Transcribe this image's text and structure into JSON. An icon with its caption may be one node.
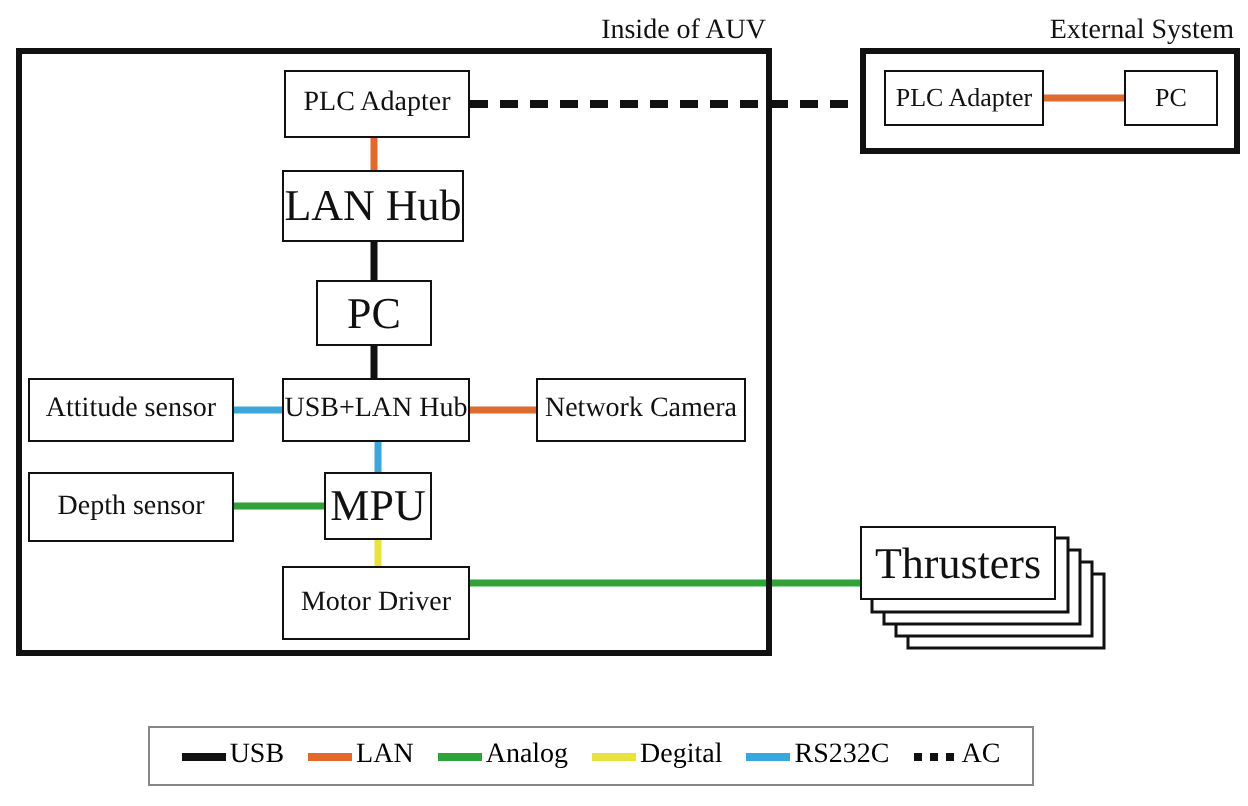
{
  "diagram": {
    "nodes": [
      {
        "text": [
          "Inside of AUV"
        ]
      },
      {
        "text": [
          "PLC Adapter"
        ],
        "in": 0
      },
      {
        "text": [
          "LAN Hub"
        ],
        "in": 0
      },
      {
        "text": [
          "PC"
        ],
        "in": 0
      },
      {
        "text": [
          "Attitude sensor"
        ],
        "in": 0
      },
      {
        "text": [
          "USB+LAN Hub"
        ],
        "in": 0
      },
      {
        "text": [
          "Network Camera"
        ],
        "in": 0
      },
      {
        "text": [
          "Depth sensor"
        ],
        "in": 0
      },
      {
        "text": [
          "MPU"
        ],
        "in": 0
      },
      {
        "text": [
          "Motor Driver"
        ],
        "in": 0
      },
      {
        "text": [
          "External System"
        ]
      },
      {
        "text": [
          "PLC Adapter"
        ],
        "in": 10
      },
      {
        "text": [
          "PC"
        ],
        "in": 10
      },
      {
        "text": [
          "Thrusters"
        ]
      }
    ],
    "edges": [
      {
        "from": 1,
        "to": 2,
        "arrow": "none",
        "color": "#e06a2c"
      },
      {
        "from": 2,
        "to": 3,
        "arrow": "none",
        "color": "#111111"
      },
      {
        "from": 3,
        "to": 5,
        "arrow": "none",
        "color": "#111111"
      },
      {
        "from": 4,
        "to": 5,
        "arrow": "none",
        "color": "#3aa7dc"
      },
      {
        "from": 5,
        "to": 6,
        "arrow": "none",
        "color": "#e06a2c"
      },
      {
        "from": 5,
        "to": 8,
        "arrow": "none",
        "color": "#3aa7dc"
      },
      {
        "from": 7,
        "to": 8,
        "arrow": "none",
        "color": "#2fa33a"
      },
      {
        "from": 8,
        "to": 9,
        "arrow": "none",
        "color": "#e8e23a"
      },
      {
        "from": 9,
        "to": 13,
        "arrow": "none",
        "color": "#2fa33a"
      },
      {
        "from": 1,
        "to": 10,
        "arrow": "none",
        "style": "dashed",
        "color": "#111111"
      },
      {
        "from": 11,
        "to": 12,
        "arrow": "none",
        "color": "#e06a2c"
      }
    ],
    "legend": [
      {
        "text": "USB"
      },
      {
        "text": "LAN"
      },
      {
        "text": "Analog"
      },
      {
        "text": "Degital"
      },
      {
        "text": "RS232C"
      },
      {
        "text": "AC"
      }
    ]
  }
}
